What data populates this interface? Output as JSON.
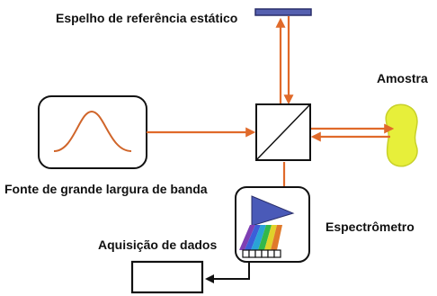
{
  "labels": {
    "mirror": "Espelho de referência estático",
    "sample": "Amostra",
    "source": "Fonte de grande largura de banda",
    "spectrometer": "Espectrômetro",
    "acquisition": "Aquisição de dados"
  },
  "colors": {
    "beam": "#e06a2a",
    "mirror_fill": "#5560b0",
    "prism": "#4a5ab8",
    "sample": "#e7ef3a",
    "spectrum": [
      "#7e3fb4",
      "#3b5fd9",
      "#2aa3d6",
      "#33b84a",
      "#e0d22a",
      "#e07a2a"
    ],
    "outline": "#111111"
  }
}
